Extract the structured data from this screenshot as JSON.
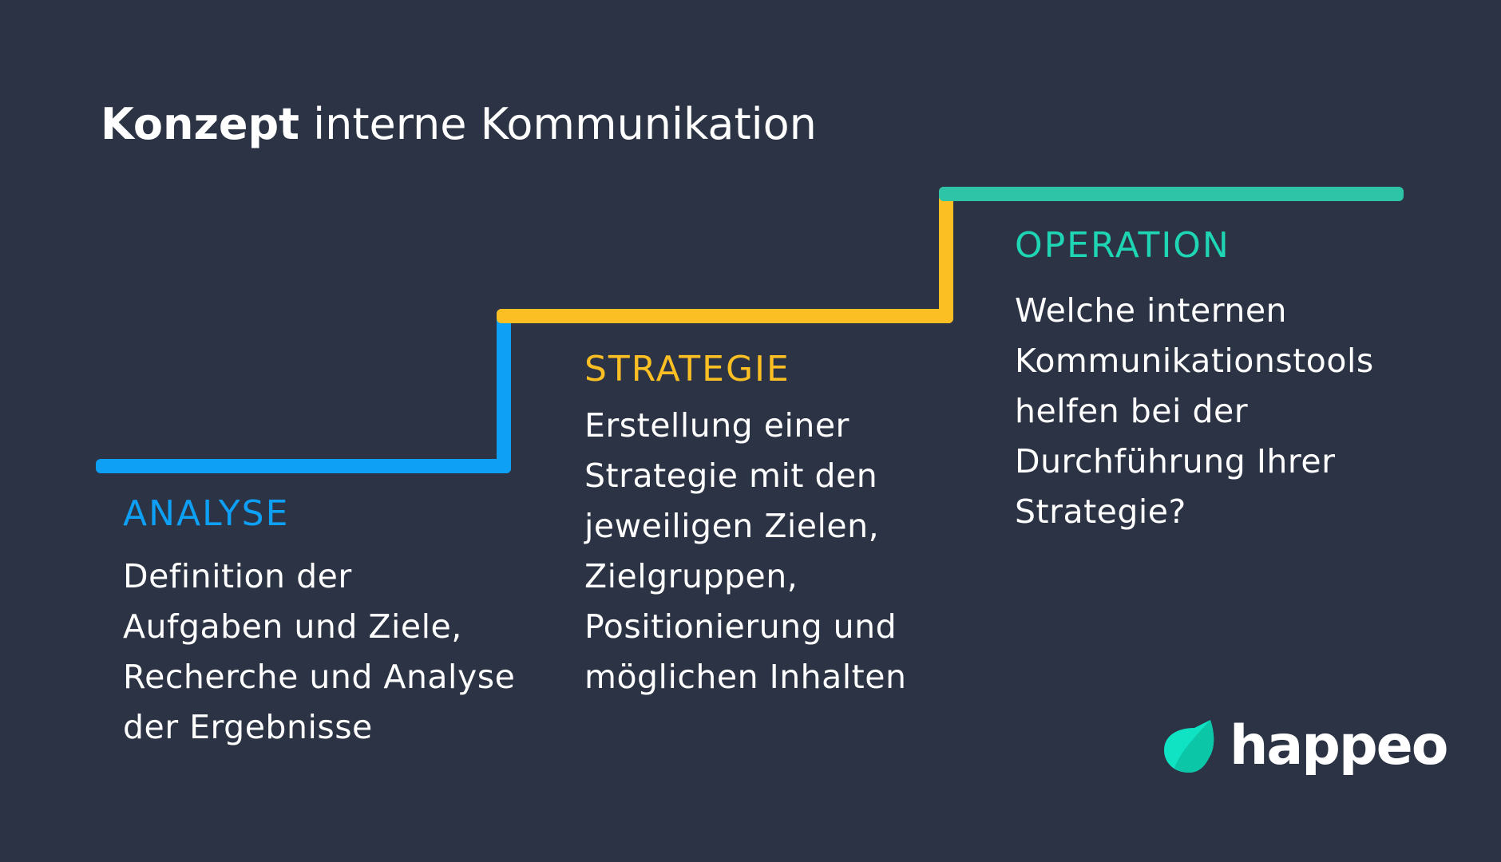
{
  "title": {
    "bold": "Konzept",
    "rest": " interne Kommunikation"
  },
  "colors": {
    "background": "#2b3344",
    "analyse": "#0ea0f5",
    "strategie": "#fbbf24",
    "operation_line": "#2ec4a8",
    "operation_text": "#1fd6b4"
  },
  "steps": [
    {
      "heading": "ANALYSE",
      "text": "Definition der\nAufgaben und Ziele,\nRecherche und Analyse\nder Ergebnisse"
    },
    {
      "heading": "STRATEGIE",
      "text": "Erstellung einer\nStrategie mit den\njeweiligen Zielen,\nZielgruppen,\nPositionierung und\nmöglichen Inhalten"
    },
    {
      "heading": "OPERATION",
      "text": "Welche internen\nKommunikationstools\nhelfen bei der\nDurchführung Ihrer\nStrategie?"
    }
  ],
  "logo": {
    "text": "happeo",
    "icon": "leaf-icon"
  }
}
